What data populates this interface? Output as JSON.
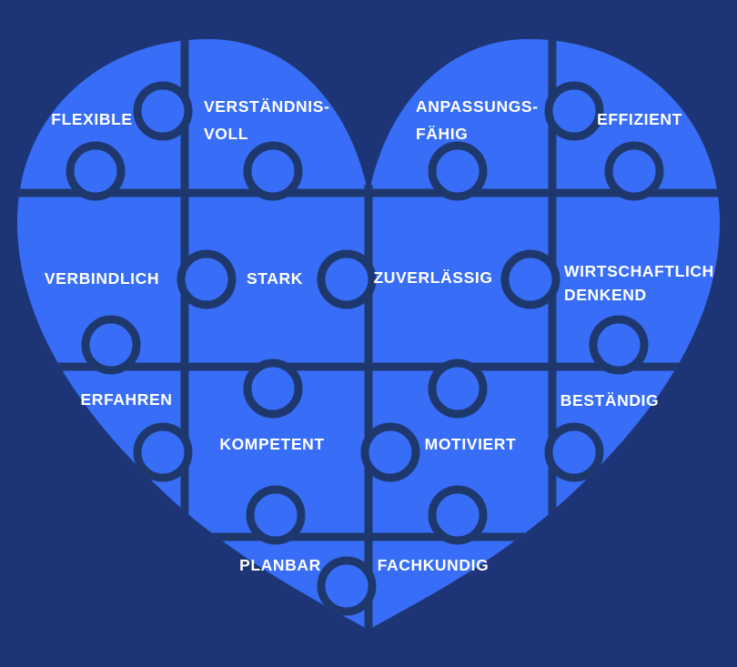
{
  "diagram": {
    "kind": "heart-shaped jigsaw puzzle infographic",
    "language": "German"
  },
  "colors": {
    "background": "#1D3576",
    "piece_fill": "#386EF7",
    "piece_outline": "#1E386E",
    "label_text": "#FFFFFF"
  },
  "pieces": [
    {
      "name": "flexible",
      "lines": [
        "FLEXIBLE"
      ]
    },
    {
      "name": "verstaendnisvoll",
      "lines": [
        "VERSTÄNDNIS-",
        "VOLL"
      ]
    },
    {
      "name": "anpassungsfaehig",
      "lines": [
        "ANPASSUNGS-",
        "FÄHIG"
      ]
    },
    {
      "name": "effizient",
      "lines": [
        "EFFIZIENT"
      ]
    },
    {
      "name": "verbindlich",
      "lines": [
        "VERBINDLICH"
      ]
    },
    {
      "name": "stark",
      "lines": [
        "STARK"
      ]
    },
    {
      "name": "zuverlaessig",
      "lines": [
        "ZUVERLÄSSIG"
      ]
    },
    {
      "name": "wirtschaftlich-denkend",
      "lines": [
        "WIRTSCHAFTLICH",
        "DENKEND"
      ]
    },
    {
      "name": "erfahren",
      "lines": [
        "ERFAHREN"
      ]
    },
    {
      "name": "kompetent",
      "lines": [
        "KOMPETENT"
      ]
    },
    {
      "name": "motiviert",
      "lines": [
        "MOTIVIERT"
      ]
    },
    {
      "name": "bestaendig",
      "lines": [
        "BESTÄNDIG"
      ]
    },
    {
      "name": "planbar",
      "lines": [
        "PLANBAR"
      ]
    },
    {
      "name": "fachkundig",
      "lines": [
        "FACHKUNDIG"
      ]
    }
  ]
}
